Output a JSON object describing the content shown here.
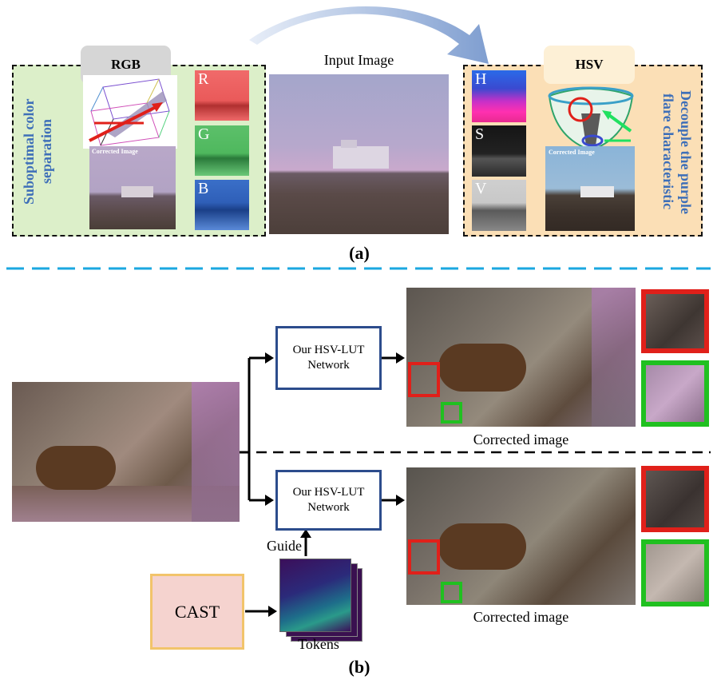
{
  "part_a": {
    "rgb_tag": "RGB",
    "rgb_side_text": "Suboptimal color separation",
    "corrected_label_left": "Corrected Image",
    "channels_rgb": [
      "R",
      "G",
      "B"
    ],
    "input_label": "Input Image",
    "hsv_tag": "HSV",
    "channels_hsv": [
      "H",
      "S",
      "V"
    ],
    "corrected_label_right": "Corrected Image",
    "hsv_side_text": "Decouple the purple flare characteristic",
    "caption": "(a)"
  },
  "part_b": {
    "network_label_top": "Our HSV-LUT Network",
    "network_label_bottom": "Our HSV-LUT Network",
    "corrected_caption_top": "Corrected image",
    "corrected_caption_bottom": "Corrected image",
    "guide_label": "Guide",
    "cast_label": "CAST",
    "tokens_label": "Tokens",
    "caption": "(b)"
  },
  "colors": {
    "rgb_panel_bg": "#dcefc9",
    "hsv_panel_bg": "#fbdfb6",
    "network_border": "#2c4c8c",
    "cast_fill": "#f5d3cf",
    "cast_border": "#f2c46b",
    "separator": "#1aa7e0",
    "highlight_red": "#e0201a",
    "highlight_green": "#20c020"
  }
}
